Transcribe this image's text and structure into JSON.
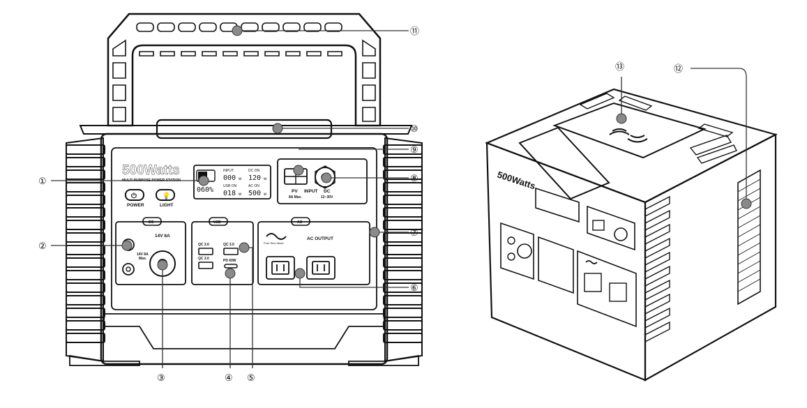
{
  "brand": {
    "logo": "500Watts",
    "subtitle": "MULTI-PURPOSE POWER STATION"
  },
  "buttons": {
    "power": "POWER",
    "light": "LIGHT"
  },
  "display": {
    "battery": "060%",
    "input_label": "INPUT",
    "input_value": "000",
    "dc_on_label": "DC ON",
    "dc_on_value": "120",
    "usb_on_label": "USB ON",
    "usb_on_value": "018",
    "ac_on_label": "AC ON",
    "ac_on_value": "500",
    "unit": "w"
  },
  "input_panel": {
    "pv": "PV",
    "pv_sub": "8A Max.",
    "input": "INPUT",
    "dc": "DC",
    "dc_sub": "12~30V"
  },
  "sections": {
    "dc": "DC",
    "usb": "USB",
    "ac": "AC"
  },
  "dc_panel": {
    "car_socket": "14V 8A",
    "dc5521": "14V 8A",
    "dc5521_sub": "Max."
  },
  "usb_panel": {
    "qc_left_top": "QC 3.0",
    "qc_left_bottom": "QC 3.0",
    "qc_right": "QC 3.0",
    "pd": "PD 60W"
  },
  "ac_panel": {
    "wave": "Pure Sine Wave",
    "output": "AC OUTPUT"
  },
  "callouts": [
    "①",
    "②",
    "③",
    "④",
    "⑤",
    "⑥",
    "⑦",
    "⑧",
    "⑨",
    "⑩",
    "⑪",
    "⑫",
    "⑬"
  ]
}
